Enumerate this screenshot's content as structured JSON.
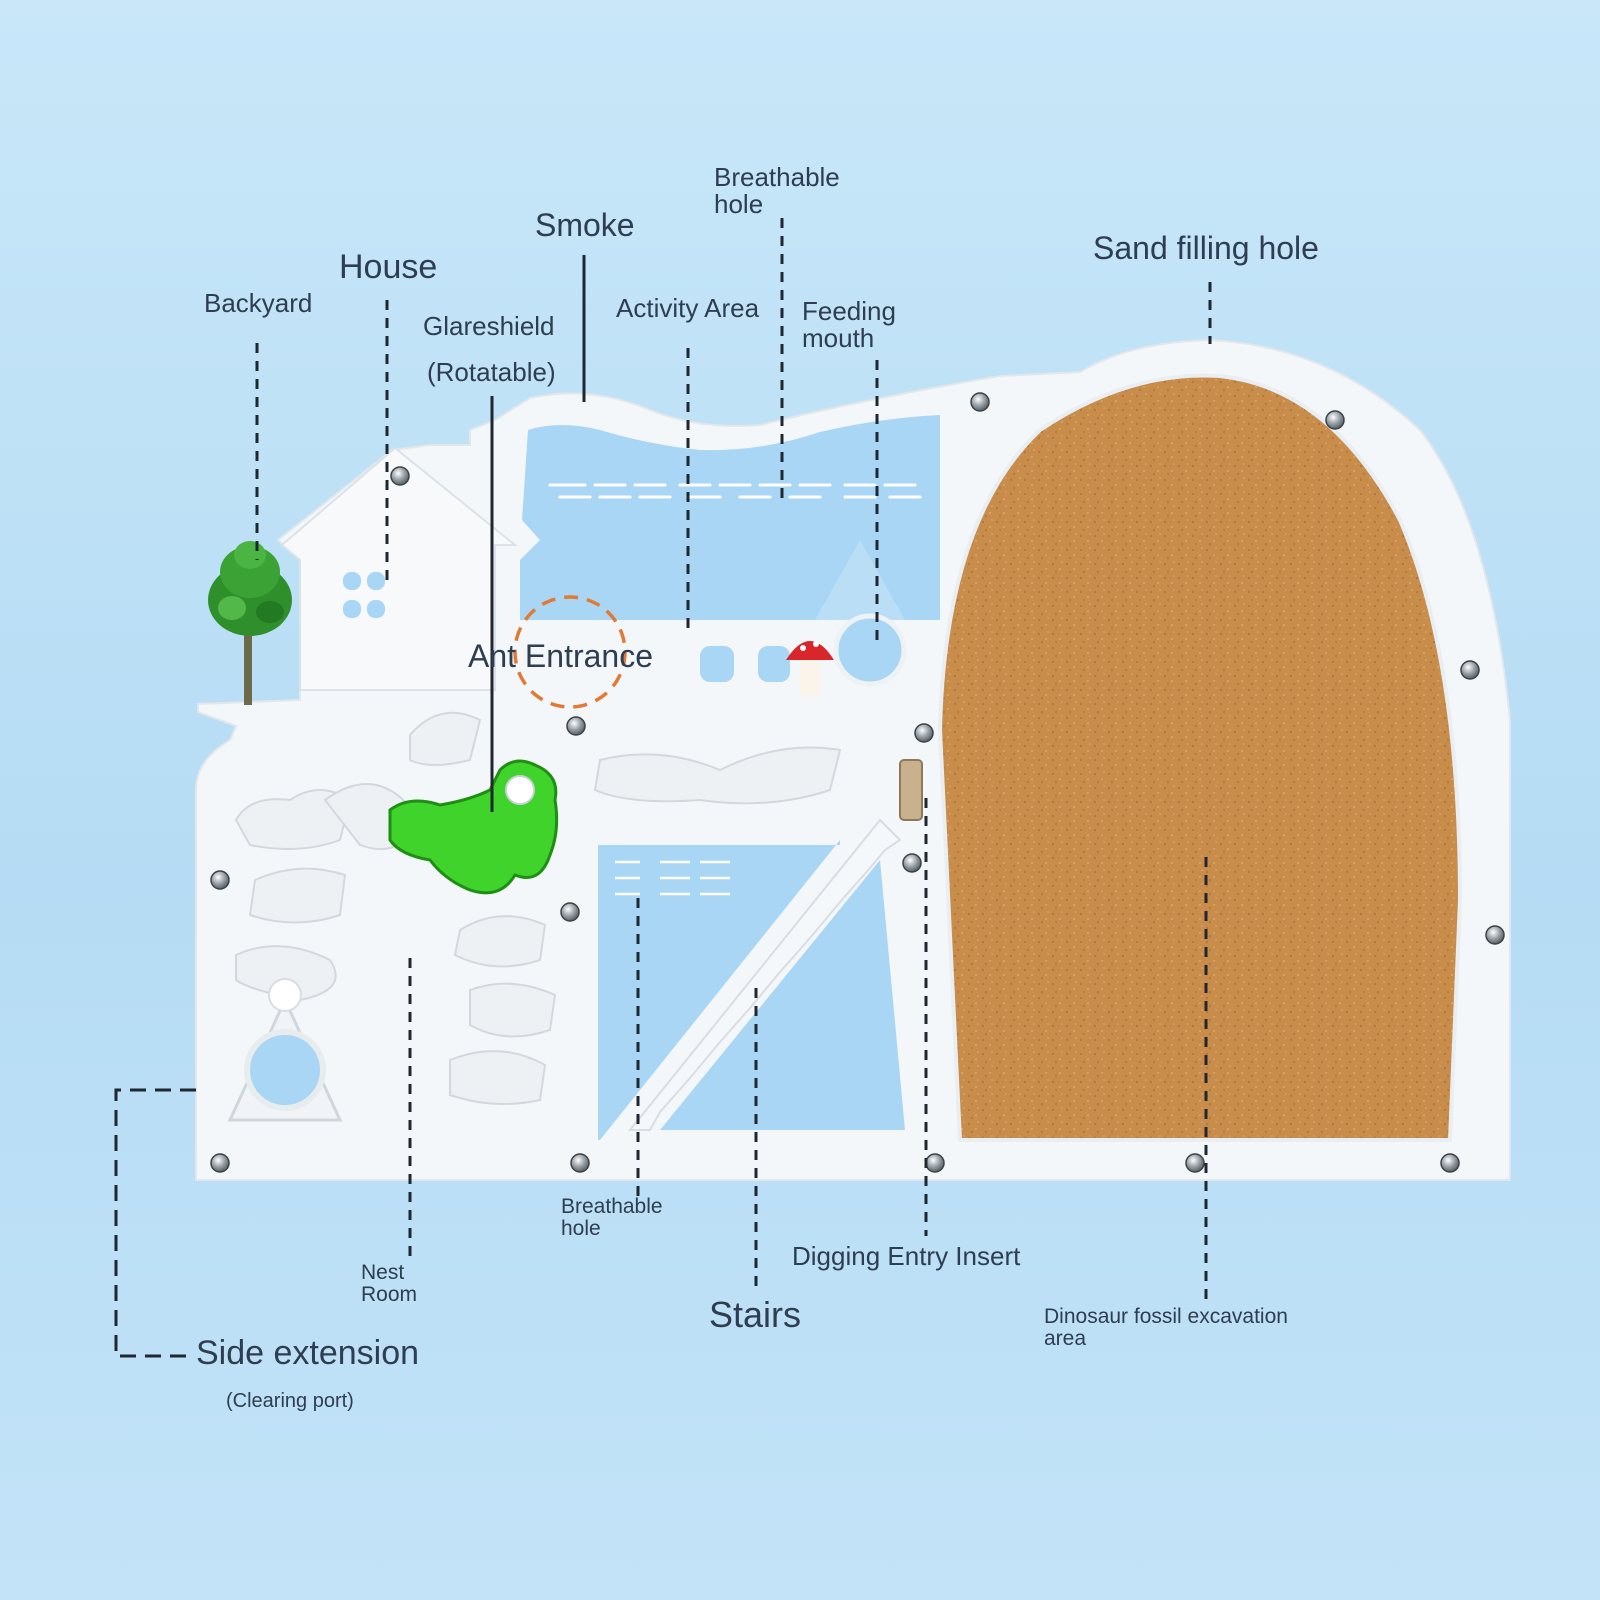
{
  "labels": {
    "breathable_hole_top": "Breathable\nhole",
    "smoke": "Smoke",
    "house": "House",
    "sand_filling_hole": "Sand filling hole",
    "backyard": "Backyard",
    "glareshield": "Glareshield",
    "rotatable": "(Rotatable)",
    "activity_area": "Activity Area",
    "feeding_mouth": "Feeding\nmouth",
    "ant_entrance": "Ant Entrance",
    "breathable_hole_bottom": "Breathable\nhole",
    "nest_room": "Nest\nRoom",
    "digging_entry_insert": "Digging Entry Insert",
    "stairs": "Stairs",
    "dinosaur_fossil": "Dinosaur fossil excavation\narea",
    "side_extension": "Side extension",
    "clearing_port": "(Clearing port)"
  },
  "colors": {
    "background_top": "#c7e6f9",
    "background_bottom": "#a9d5f1",
    "acrylic_white": "#f4f7f9",
    "window_blue": "#a9d6f4",
    "sand": "#c98f4c",
    "glareshield_green": "#3fd32c",
    "tree_green": "#2f8f2b",
    "mushroom_red": "#d8262a",
    "dashed_orange": "#e07a34",
    "label_text": "#2e3d4f"
  }
}
